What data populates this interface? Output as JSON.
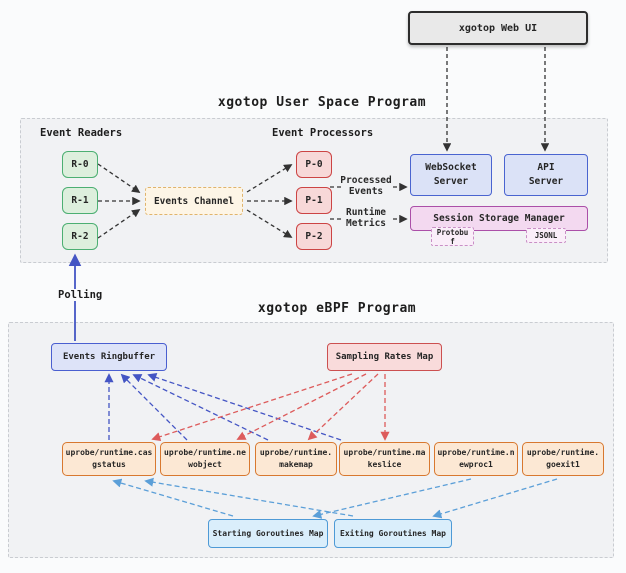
{
  "web_ui": {
    "label": "xgotop Web UI"
  },
  "user_space": {
    "title": "xgotop User Space Program",
    "readers_heading": "Event Readers",
    "readers": [
      "R-0",
      "R-1",
      "R-2"
    ],
    "events_channel": "Events Channel",
    "processors_heading": "Event Processors",
    "processors": [
      "P-0",
      "P-1",
      "P-2"
    ],
    "edge_labels": {
      "processed_events": "Processed Events",
      "runtime_metrics": "Runtime Metrics"
    },
    "websocket_server": "WebSocket Server",
    "api_server": "API Server",
    "session_storage": "Session Storage Manager",
    "formats": [
      "Protobuf",
      "JSONL"
    ]
  },
  "polling": {
    "label": "Polling"
  },
  "ebpf": {
    "title": "xgotop eBPF Program",
    "events_ringbuffer": "Events Ringbuffer",
    "sampling_rates_map": "Sampling Rates Map",
    "uprobes": [
      "uprobe/runtime.casgstatus",
      "uprobe/runtime.newobject",
      "uprobe/runtime.makemap",
      "uprobe/runtime.makeslice",
      "uprobe/runtime.newproc1",
      "uprobe/runtime.goexit1"
    ],
    "starting_goroutines_map": "Starting Goroutines Map",
    "exiting_goroutines_map": "Exiting Goroutines Map"
  },
  "colors": {
    "page_bg": "#fafbfc",
    "section_bg": "#f1f2f4",
    "green_border": "#4caf72",
    "red_border": "#cc4444",
    "indigo_border": "#4a5fd0",
    "purple_border": "#ab4fa8",
    "orange_border": "#d8782f",
    "sky_border": "#4e9ad6",
    "arrow_black": "#333333",
    "arrow_indigo": "#4455c4",
    "arrow_red": "#dd5b5b",
    "arrow_sky": "#5b9fd8"
  }
}
